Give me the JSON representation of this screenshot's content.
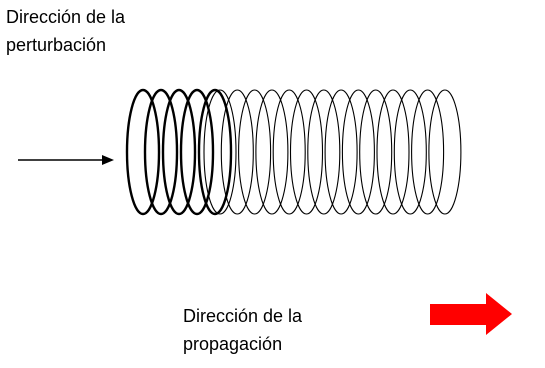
{
  "disturbance": {
    "line1": "Dirección de la",
    "line2": "perturbación"
  },
  "propagation": {
    "line1": "Dirección de la",
    "line2": "propagación"
  },
  "colors": {
    "ink": "#000000",
    "propagation_arrow": "#ff0000"
  },
  "spring": {
    "total_loops": 19,
    "compressed_loops": 5
  }
}
